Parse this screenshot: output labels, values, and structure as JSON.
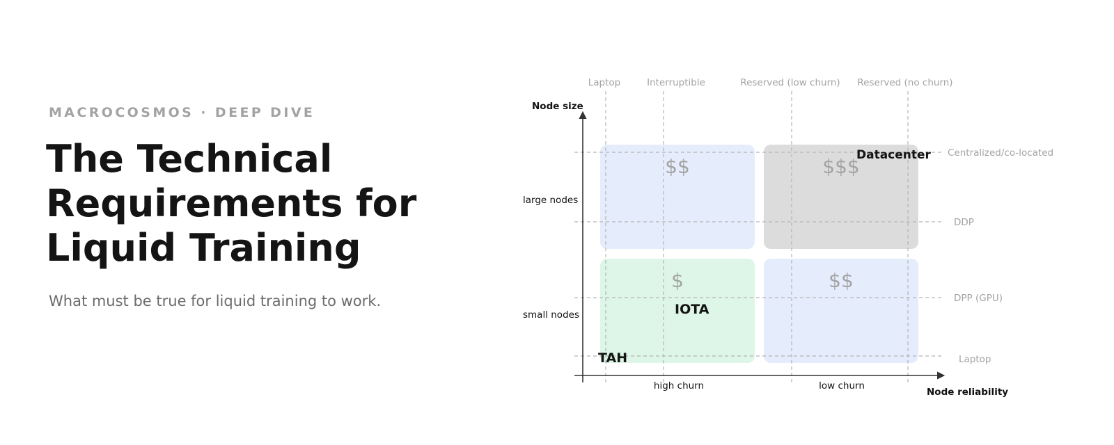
{
  "eyebrow": "MACROCOSMOS · DEEP DIVE",
  "title_lines": [
    "The Technical",
    "Requirements for",
    "Liquid Training"
  ],
  "subtitle": "What must be true for liquid training to work.",
  "diagram": {
    "y_axis_label": "Node size",
    "x_axis_label": "Node reliability",
    "top_labels": [
      "Laptop",
      "Interruptible",
      "Reserved (low churn)",
      "Reserved (no churn)"
    ],
    "right_labels": [
      "Centralized/co-located",
      "DDP",
      "DPP (GPU)",
      "Laptop"
    ],
    "row_labels": [
      "large nodes",
      "small nodes"
    ],
    "col_labels": [
      "high churn",
      "low churn"
    ],
    "quadrant_costs": {
      "top_left": "$$",
      "top_right": "$$$",
      "bottom_left": "$",
      "bottom_right": "$$"
    },
    "region_labels": {
      "datacenter": "Datacenter",
      "iota": "IOTA",
      "tah": "TAH"
    },
    "colors": {
      "blue": "#e5ecfc",
      "gray": "#dcdcdc",
      "green": "#ddf6e8",
      "guide": "#b5b5b5",
      "muted_text": "#a3a3a3",
      "axis": "#333333"
    }
  }
}
